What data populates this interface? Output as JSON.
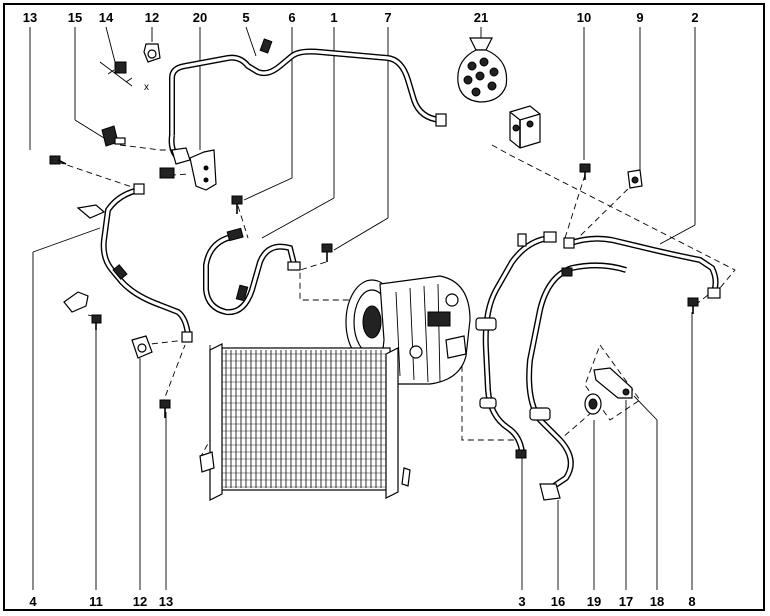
{
  "title": "",
  "top_labels": [
    "13",
    "15",
    "14",
    "12",
    "20",
    "5",
    "6",
    "1",
    "7",
    "21",
    "10",
    "9",
    "2"
  ],
  "bottom_labels": [
    "4",
    "11",
    "12",
    "13",
    "3",
    "16",
    "19",
    "17",
    "18",
    "8"
  ],
  "detail_label": "x",
  "colors": {
    "ink": "#000000",
    "background": "#ffffff",
    "fill": "#222222"
  }
}
